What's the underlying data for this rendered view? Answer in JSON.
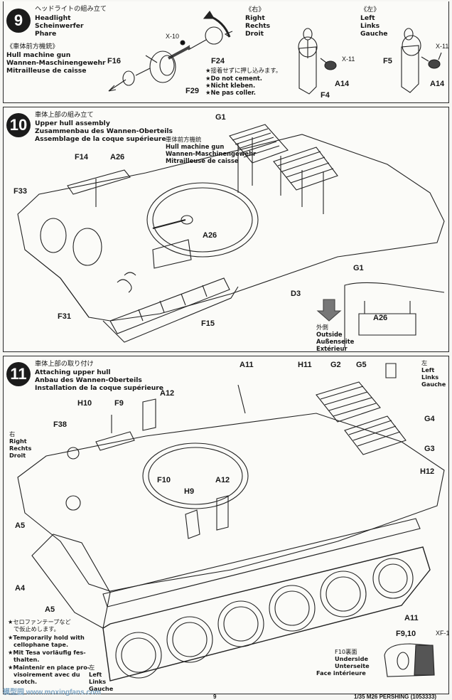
{
  "step9": {
    "number": "9",
    "title_jp": "ヘッドライトの組み立て",
    "title_en": "Headlight",
    "title_de": "Scheinwerfer",
    "title_fr": "Phare",
    "sub_jp": "《車体前方機銃》",
    "sub_en": "Hull machine gun",
    "sub_de": "Wannen-Maschinengewehr",
    "sub_fr": "Mitrailleuse de caisse",
    "right_jp": "《右》",
    "right_en": "Right",
    "right_de": "Rechts",
    "right_fr": "Droit",
    "left_jp": "《左》",
    "left_en": "Left",
    "left_de": "Links",
    "left_fr": "Gauche",
    "note_jp": "★接着せずに押し込みます。",
    "note_en": "★Do not cement.",
    "note_de": "★Nicht kleben.",
    "note_fr": "★Ne pas coller.",
    "parts": {
      "x10": "X-10",
      "f16": "F16",
      "f24": "F24",
      "f29": "F29",
      "x11a": "X-11",
      "a14a": "A14",
      "f4": "F4",
      "f5": "F5",
      "x11b": "X-11",
      "a14b": "A14"
    }
  },
  "step10": {
    "number": "10",
    "title_jp": "車体上部の組み立て",
    "title_en": "Upper hull assembly",
    "title_de": "Zusammenbau des Wannen-Oberteils",
    "title_fr": "Assemblage de la coque supérieure",
    "mg_jp": "車体前方機銃",
    "mg_en": "Hull machine gun",
    "mg_de": "Wannen-Maschinengewehr",
    "mg_fr": "Mitrailleuse de caisse",
    "outside_jp": "外側",
    "outside_en": "Outside",
    "outside_de": "Außenseite",
    "outside_fr": "Extérieur",
    "parts": {
      "g1a": "G1",
      "g1b": "G1",
      "f14": "F14",
      "a26a": "A26",
      "f33": "F33",
      "a26b": "A26",
      "d3": "D3",
      "f31": "F31",
      "f15": "F15",
      "a26c": "A26"
    }
  },
  "step11": {
    "number": "11",
    "title_jp": "車体上部の取り付け",
    "title_en": "Attaching upper hull",
    "title_de": "Anbau des Wannen-Oberteils",
    "title_fr": "Installation de la coque supérieure",
    "right_jp": "右",
    "right_en": "Right",
    "right_de": "Rechts",
    "right_fr": "Droit",
    "left_jp": "左",
    "left_en": "Left",
    "left_de": "Links",
    "left_fr": "Gauche",
    "left2_jp": "左",
    "left2_en": "Left",
    "left2_de": "Links",
    "left2_fr": "Gauche",
    "tape_jp1": "★セロファンテープなど",
    "tape_jp2": "で仮止めします。",
    "tape_en1": "★Temporarily hold with",
    "tape_en2": "cellophane tape.",
    "tape_de1": "★Mit Tesa vorläufig fes-",
    "tape_de2": "thalten.",
    "tape_fr1": "★Maintenir en place pro-",
    "tape_fr2": "visoirement avec du",
    "tape_fr3": "scotch.",
    "under_jp": "F10裏面",
    "under_en": "Underside",
    "under_de": "Unterseite",
    "under_fr": "Face intérieure",
    "parts": {
      "a11a": "A11",
      "h11": "H11",
      "g2": "G2",
      "g5": "G5",
      "a12a": "A12",
      "h10": "H10",
      "f9": "F9",
      "g4": "G4",
      "f38": "F38",
      "g3": "G3",
      "h12": "H12",
      "f10": "F10",
      "a12b": "A12",
      "h9": "H9",
      "a5a": "A5",
      "a4": "A4",
      "a5b": "A5",
      "a11b": "A11",
      "f910": "F9,10",
      "xf1": "XF-1"
    }
  },
  "footer": {
    "page_num": "9",
    "model": "1/35 M26 PERSHING (1053333)",
    "watermark": "模型园 www.moxingfans.com"
  }
}
